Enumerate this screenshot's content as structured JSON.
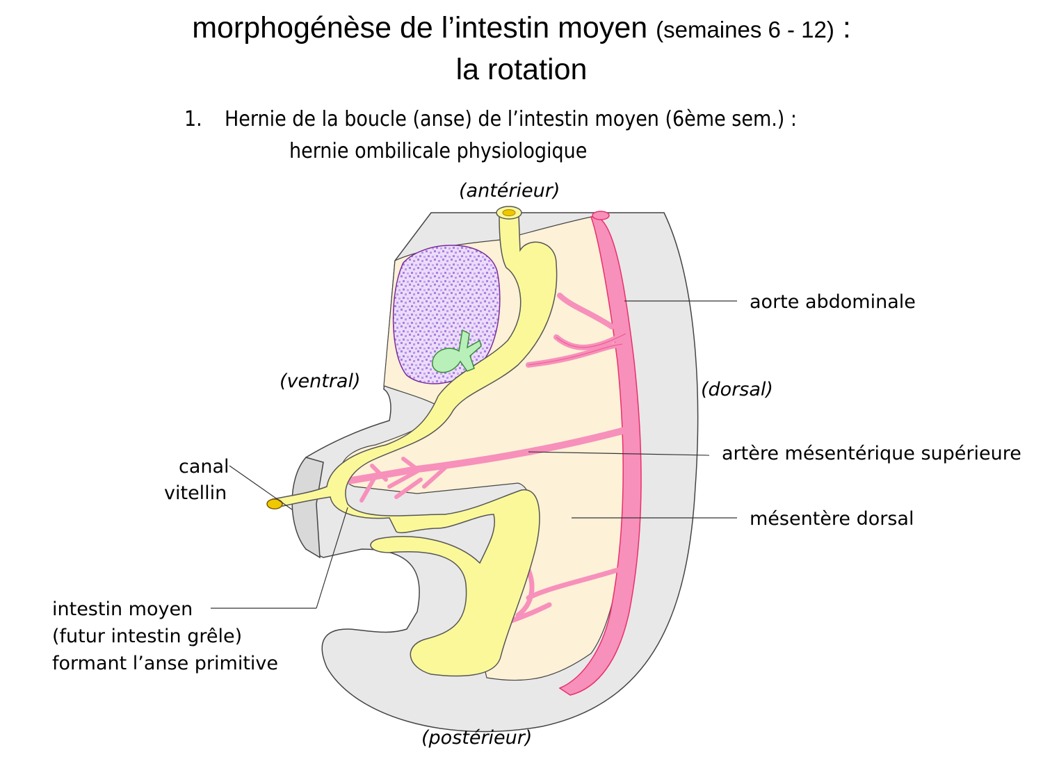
{
  "title": {
    "line1_main": "morphogénèse de l’intestin moyen",
    "line1_paren": "(semaines 6 - 12)",
    "line1_colon": ":",
    "line2": "la rotation"
  },
  "subtitle": {
    "number": "1.",
    "line1": "Hernie de la boucle (anse) de l’intestin moyen (6ème sem.) :",
    "line2": "hernie ombilicale physiologique"
  },
  "orientation": {
    "anterior": "(antérieur)",
    "posterior": "(postérieur)",
    "ventral": "(ventral)",
    "dorsal": "(dorsal)"
  },
  "labels": {
    "aorta": "aorte abdominale",
    "sma": "artère mésentérique supérieure",
    "mesentery": "mésentère dorsal",
    "vitelline_1": "canal",
    "vitelline_2": "vitellin",
    "midgut_1": "intestin moyen",
    "midgut_2": "(futur intestin grêle)",
    "midgut_3": "formant l’anse primitive"
  },
  "colors": {
    "body_wall": "#e8e8e8",
    "mesentery": "#fdf1d8",
    "gut": "#fbf89a",
    "artery": "#f790bb",
    "artery_stroke": "#e8306a",
    "liver": "#cfa9ef",
    "gallbladder": "#b9f0b9"
  }
}
